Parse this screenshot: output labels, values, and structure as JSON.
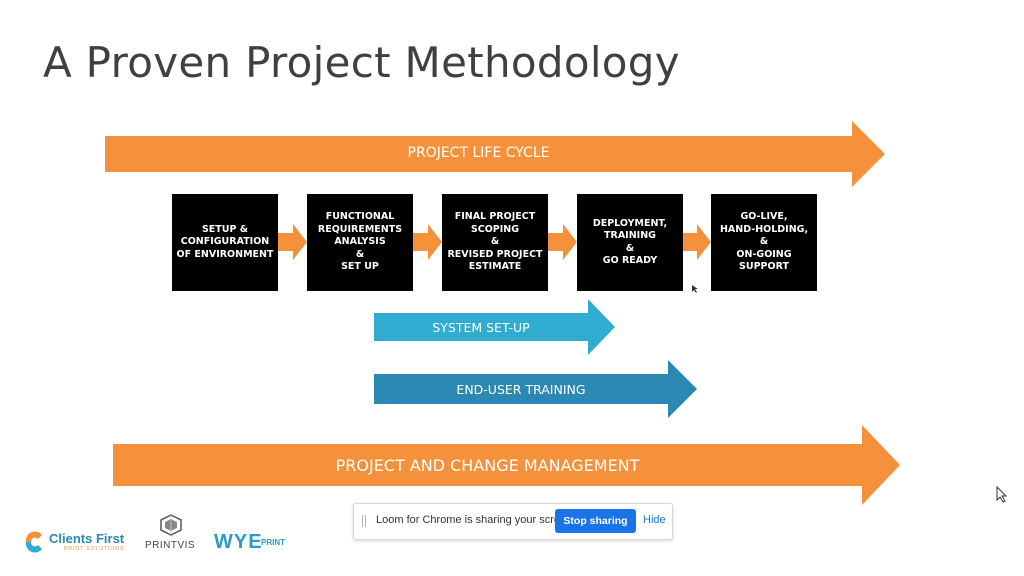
{
  "slide": {
    "title": "A Proven Project Methodology"
  },
  "arrows": {
    "life_cycle": "PROJECT LIFE CYCLE",
    "system_setup": "SYSTEM SET-UP",
    "end_user_training": "END-USER TRAINING",
    "change_management": "PROJECT AND CHANGE MANAGEMENT"
  },
  "steps": [
    "SETUP &\nCONFIGURATION\nOF ENVIRONMENT",
    "FUNCTIONAL\nREQUIREMENTS\nANALYSIS\n&\nSET UP",
    "FINAL PROJECT\nSCOPING\n&\nREVISED PROJECT\nESTIMATE",
    "DEPLOYMENT,\nTRAINING\n&\nGO READY",
    "GO-LIVE,\nHAND-HOLDING,\n&\nON-GOING\nSUPPORT"
  ],
  "loom_bar": {
    "message": "Loom for Chrome is sharing your screen.",
    "stop_label": "Stop sharing",
    "hide_label": "Hide"
  },
  "logos": {
    "clients_first": "Clients First",
    "clients_first_tagline": "PRINT SOLUTIONS",
    "printvis": "PRINTVIS",
    "wye": "WYE",
    "wye_print": "PRINT"
  },
  "colors": {
    "orange": "#F5913B",
    "teal_light": "#2FACCF",
    "teal_dark": "#2B88B3",
    "step_bg": "#000000",
    "loom_blue": "#1A73E8"
  },
  "icons": [
    "mouse-pointer-icon",
    "drag-grip-icon"
  ]
}
